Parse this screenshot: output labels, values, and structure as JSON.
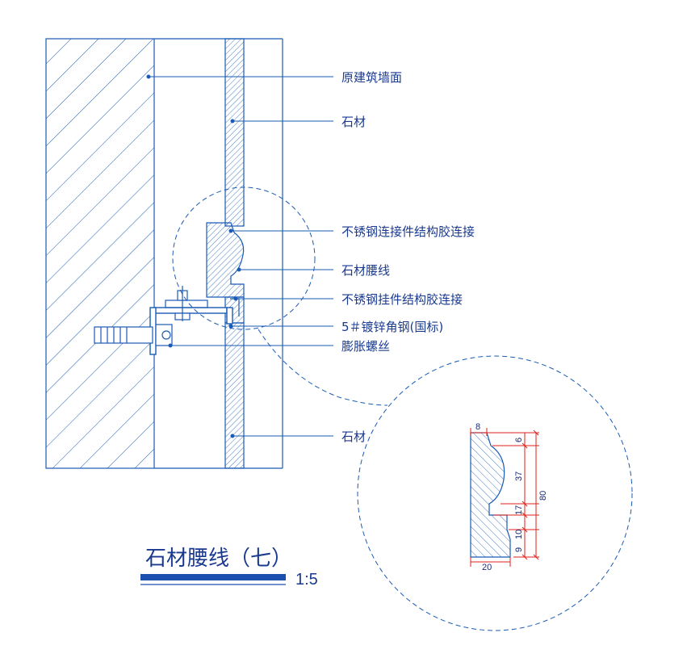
{
  "labels": {
    "wall_surface": "原建筑墙面",
    "stone_top": "石材",
    "ss_connector": "不锈钢连接件结构胶连接",
    "stone_waistline": "石材腰线",
    "ss_hanger": "不锈钢挂件结构胶连接",
    "angle_steel": "5＃镀锌角钢(国标)",
    "expansion_bolt": "膨胀螺丝",
    "stone_bottom": "石材"
  },
  "detail_dimensions": {
    "top_width": "8",
    "bottom_width": "20",
    "d1": "6",
    "d2": "37",
    "d3": "17",
    "d4": "10",
    "d5": "9",
    "total_height": "80"
  },
  "title": {
    "text": "石材腰线（七）",
    "scale": "1:5"
  },
  "colors": {
    "line": "#1a5bb5",
    "text": "#1a3a8f",
    "dimension": "#e0201a",
    "title_bar": "#1a4fb0"
  }
}
